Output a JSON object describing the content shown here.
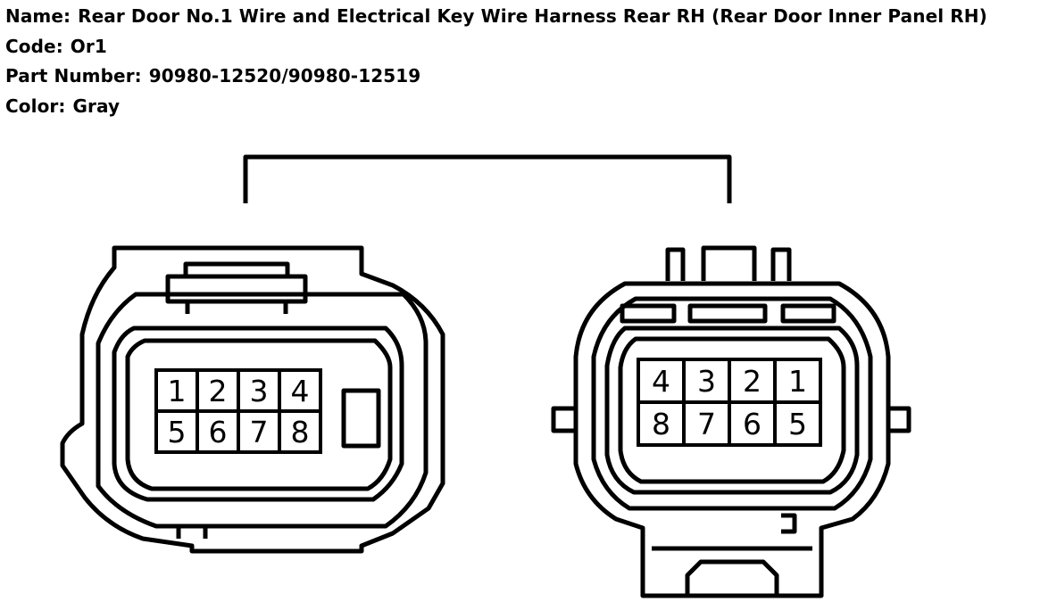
{
  "info": [
    {
      "label": "Name:",
      "value": "Rear Door No.1 Wire and Electrical Key Wire Harness Rear RH (Rear Door Inner Panel RH)"
    },
    {
      "label": "Code:",
      "value": "Or1"
    },
    {
      "label": "Part Number:",
      "value": "90980-12520/90980-12519"
    },
    {
      "label": "Color:",
      "value": "Gray"
    }
  ],
  "connectors": {
    "left": {
      "pins_top": [
        "1",
        "2",
        "3",
        "4"
      ],
      "pins_bottom": [
        "5",
        "6",
        "7",
        "8"
      ]
    },
    "right": {
      "pins_top": [
        "4",
        "3",
        "2",
        "1"
      ],
      "pins_bottom": [
        "8",
        "7",
        "6",
        "5"
      ]
    }
  },
  "colors": {
    "line": "#000000",
    "background": "#ffffff"
  }
}
